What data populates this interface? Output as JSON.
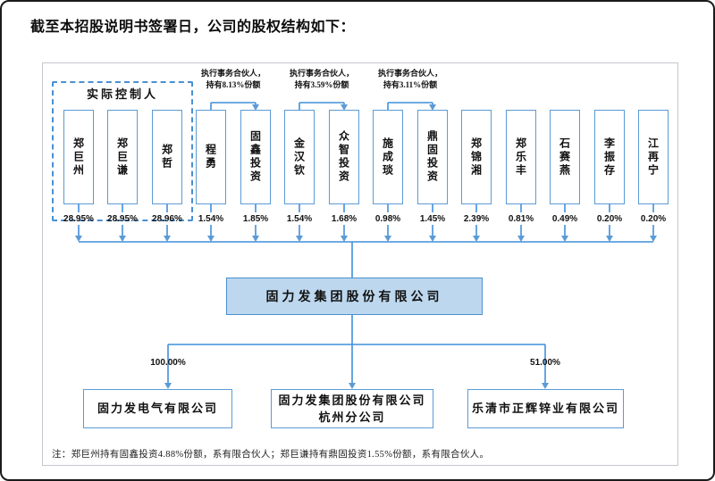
{
  "page": {
    "intro": "截至本招股说明书签署日，公司的股权结构如下："
  },
  "colors": {
    "connector_line": "#3f8fdb",
    "box_border": "#5b9bd5",
    "dashed_border": "#4a90d2",
    "parent_fill": "#bdd7ee"
  },
  "diagram": {
    "controllers_label": "实际控制人",
    "shareholders": [
      {
        "name": "郑巨州",
        "pct": "28.95%",
        "controller": true
      },
      {
        "name": "郑巨谦",
        "pct": "28.95%",
        "controller": true
      },
      {
        "name": "郑哲",
        "pct": "28.96%",
        "controller": true
      },
      {
        "name": "程勇",
        "pct": "1.54%"
      },
      {
        "name": "固鑫投资",
        "pct": "1.85%"
      },
      {
        "name": "金汉钦",
        "pct": "1.54%"
      },
      {
        "name": "众智投资",
        "pct": "1.68%"
      },
      {
        "name": "施成琰",
        "pct": "0.98%"
      },
      {
        "name": "鼎固投资",
        "pct": "1.45%"
      },
      {
        "name": "郑锦湘",
        "pct": "2.39%"
      },
      {
        "name": "郑乐丰",
        "pct": "0.81%"
      },
      {
        "name": "石赛燕",
        "pct": "0.49%"
      },
      {
        "name": "李振存",
        "pct": "0.20%"
      },
      {
        "name": "江再宁",
        "pct": "0.20%"
      }
    ],
    "gp_annotations": [
      {
        "line1": "执行事务合伙人，",
        "line2": "持有8.13%份额",
        "from": "程勇",
        "to": "固鑫投资"
      },
      {
        "line1": "执行事务合伙人，",
        "line2": "持有3.59%份额",
        "from": "金汉钦",
        "to": "众智投资"
      },
      {
        "line1": "执行事务合伙人，",
        "line2": "持有3.11%份额",
        "from": "施成琰",
        "to": "鼎固投资"
      }
    ],
    "parent_company": "固力发集团股份有限公司",
    "subsidiaries": [
      {
        "lines": [
          "固力发电气有限公司"
        ],
        "pct": "100.00%"
      },
      {
        "lines": [
          "固力发集团股份有限公司",
          "杭州分公司"
        ],
        "pct": ""
      },
      {
        "lines": [
          "乐清市正辉锌业有限公司"
        ],
        "pct": "51.00%"
      }
    ],
    "note": "注：郑巨州持有固鑫投资4.88%份额，系有限合伙人；郑巨谦持有鼎固投资1.55%份额，系有限合伙人。"
  }
}
